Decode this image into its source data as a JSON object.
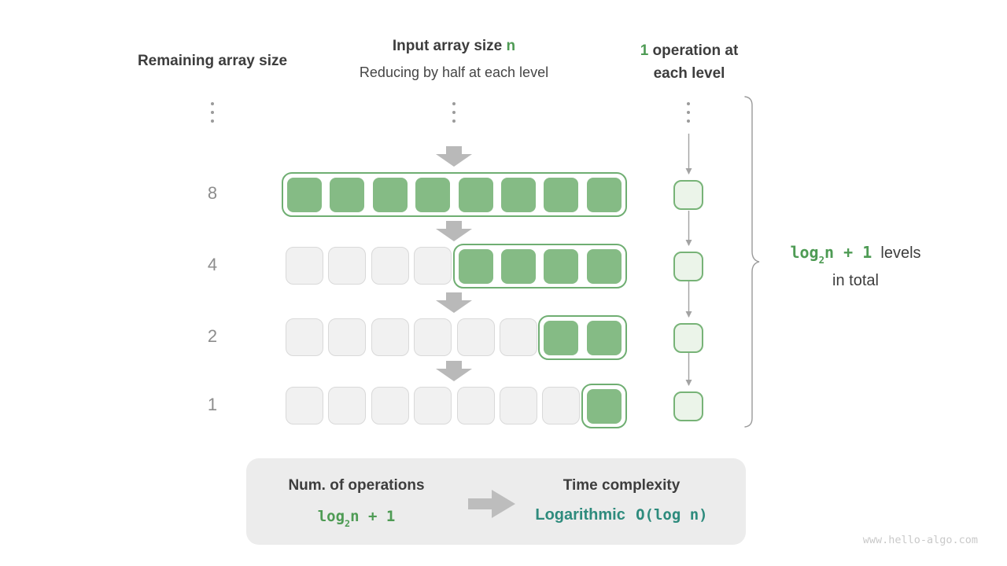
{
  "colors": {
    "accent_green": "#4e9b54",
    "teal": "#2e8b7d",
    "cell_green": "#85bb85",
    "container_border": "#6fae72",
    "gray_cell_bg": "#f1f1f1",
    "op_cell_border": "#77b377",
    "block_arrow": "#b9b9b9",
    "box_bg": "#ececec"
  },
  "headers": {
    "left": "Remaining array size",
    "center_line1_prefix": "Input array size ",
    "center_line1_highlight": "n",
    "center_line2": "Reducing by half at each level",
    "right_highlight": "1",
    "right_line1_rest": " operation at",
    "right_line2": "each level"
  },
  "diagram": {
    "rows": [
      {
        "label": "8",
        "gray": 0,
        "green": 8
      },
      {
        "label": "4",
        "gray": 4,
        "green": 4
      },
      {
        "label": "2",
        "gray": 6,
        "green": 2
      },
      {
        "label": "1",
        "gray": 7,
        "green": 1
      }
    ],
    "ops_levels": 4
  },
  "brace_label": {
    "formula_log": "log",
    "formula_sub": "2",
    "formula_rest": "n + 1",
    "line1_text": "levels",
    "line2_text": "in total"
  },
  "summary": {
    "left_title": "Num. of operations",
    "left_formula_log": "log",
    "left_formula_sub": "2",
    "left_formula_rest": "n + 1",
    "right_title": "Time complexity",
    "right_value_word": "Logarithmic",
    "right_value_mono": "O(log n)"
  },
  "watermark": "www.hello-algo.com"
}
